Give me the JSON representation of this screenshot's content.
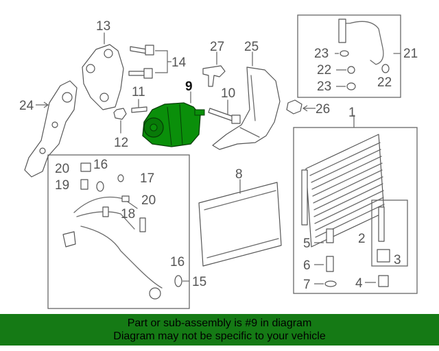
{
  "callouts": {
    "c1": "1",
    "c2": "2",
    "c3": "3",
    "c4": "4",
    "c5": "5",
    "c6": "6",
    "c7": "7",
    "c8": "8",
    "c9": "9",
    "c10": "10",
    "c11": "11",
    "c12": "12",
    "c13": "13",
    "c14": "14",
    "c15": "15",
    "c16a": "16",
    "c16b": "16",
    "c17": "17",
    "c18": "18",
    "c19": "19",
    "c20a": "20",
    "c20b": "20",
    "c21": "21",
    "c22a": "22",
    "c22b": "22",
    "c23a": "23",
    "c23b": "23",
    "c24": "24",
    "c25": "25",
    "c26": "26",
    "c27": "27"
  },
  "highlighted_part": "9",
  "colors": {
    "highlight": "#0a8f0a",
    "banner": "#157a15"
  },
  "banner": {
    "line1": "Part or sub-assembly is #9 in diagram",
    "line2": "Diagram may not be specific to your vehicle"
  }
}
